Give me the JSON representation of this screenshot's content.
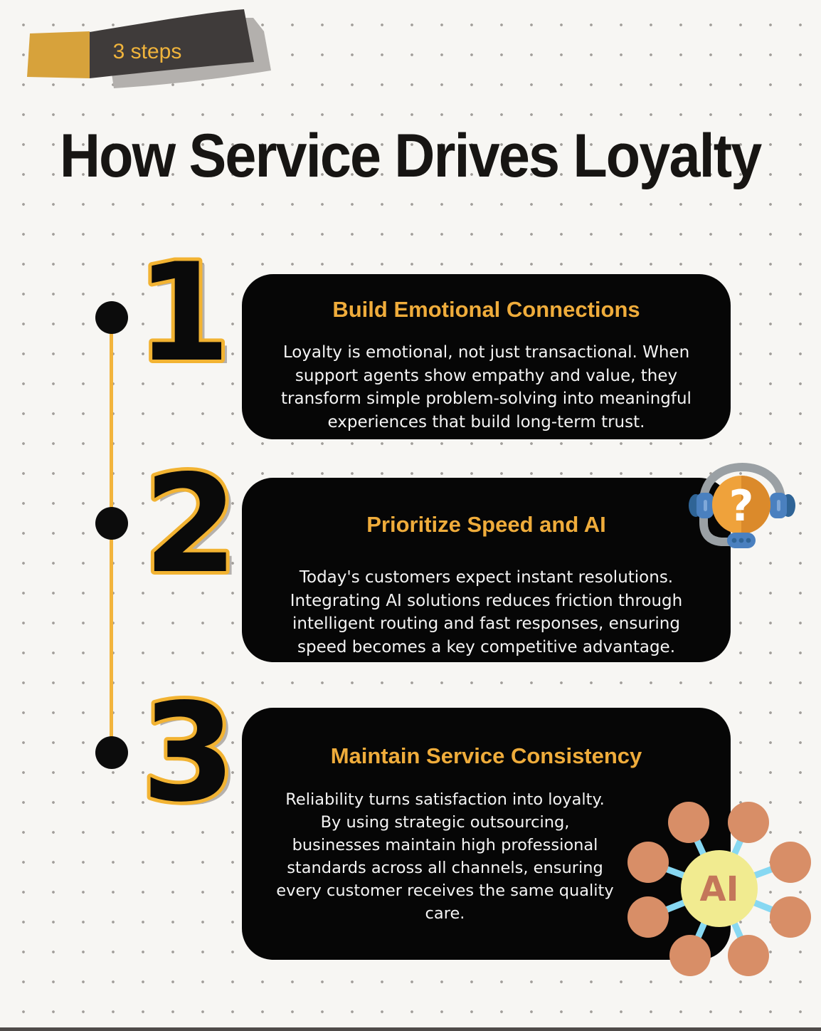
{
  "badge": {
    "label": "3 steps"
  },
  "title": "How Service Drives Loyalty",
  "steps": [
    {
      "number": "1",
      "title": "Build Emotional Connections",
      "body": "Loyalty is emotional, not just transactional. When support agents show empathy and value, they transform simple problem-solving into meaningful experiences that build long-term trust."
    },
    {
      "number": "2",
      "title": "Prioritize Speed and AI",
      "body": "Today's customers expect instant resolutions. Integrating AI solutions reduces friction through intelligent routing and fast responses, ensuring speed becomes a key competitive advantage."
    },
    {
      "number": "3",
      "title": "Maintain Service Consistency",
      "body": "Reliability turns satisfaction into loyalty. By using strategic outsourcing, businesses maintain high professional standards across all channels, ensuring every customer receives the same quality care."
    }
  ],
  "icons": {
    "headset_glyph": "?",
    "ai_label": "AI"
  },
  "colors": {
    "background": "#f7f6f3",
    "dot_grid": "#a19e9a",
    "title_text": "#171513",
    "accent_gold": "#efac3b",
    "number_outline": "#f2b332",
    "timeline": "#f2b43c",
    "card_bg": "#060606",
    "card_body_text": "#f4f4f4",
    "badge_gold": "#d7a23b",
    "badge_dark": "#3f3b3a",
    "badge_text": "#f0b43c",
    "icon_orange": "#efa23b",
    "icon_blue": "#4a80bf",
    "ai_center": "#f1eb90",
    "ai_node": "#d88e67",
    "ai_spoke": "#87d8f2"
  }
}
